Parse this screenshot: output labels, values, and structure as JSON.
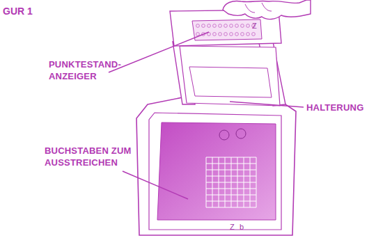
{
  "diagram": {
    "title": "GUR 1",
    "labels": [
      "PUNKTESTAND- ANZEIGER",
      "HALTERUNG",
      "BUCHSTABEN ZUM AUSSTREICHEN",
      "Z",
      "Z",
      "b"
    ]
  }
}
